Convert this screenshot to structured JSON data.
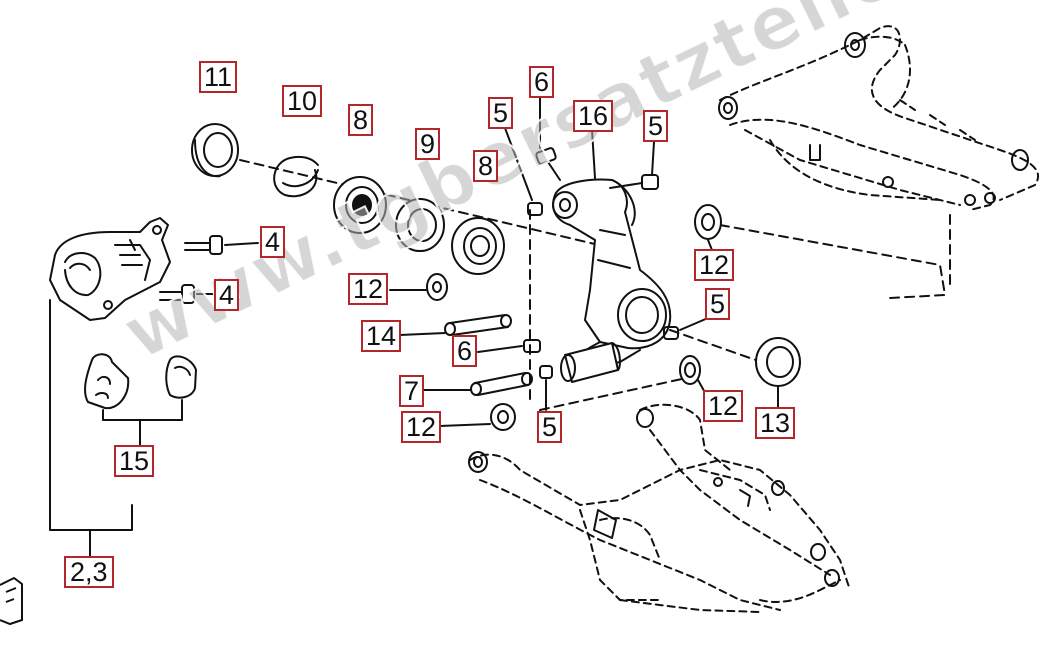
{
  "watermark": "www.tgbersatzteile.de",
  "colors": {
    "callout_border": "#b3262b",
    "line": "#111111",
    "watermark": "#b4b4b4"
  },
  "callouts": {
    "c11": "11",
    "c10": "10",
    "c8a": "8",
    "c9": "9",
    "c8b": "8",
    "c5a": "5",
    "c6a": "6",
    "c16": "16",
    "c5b": "5",
    "c4a": "4",
    "c4b": "4",
    "c12a": "12",
    "c12b": "12",
    "c14": "14",
    "c6b": "6",
    "c5c": "5",
    "c7": "7",
    "c12c": "12",
    "c5d": "5",
    "c12d": "12",
    "c13": "13",
    "c15": "15",
    "c23": "2,3"
  }
}
